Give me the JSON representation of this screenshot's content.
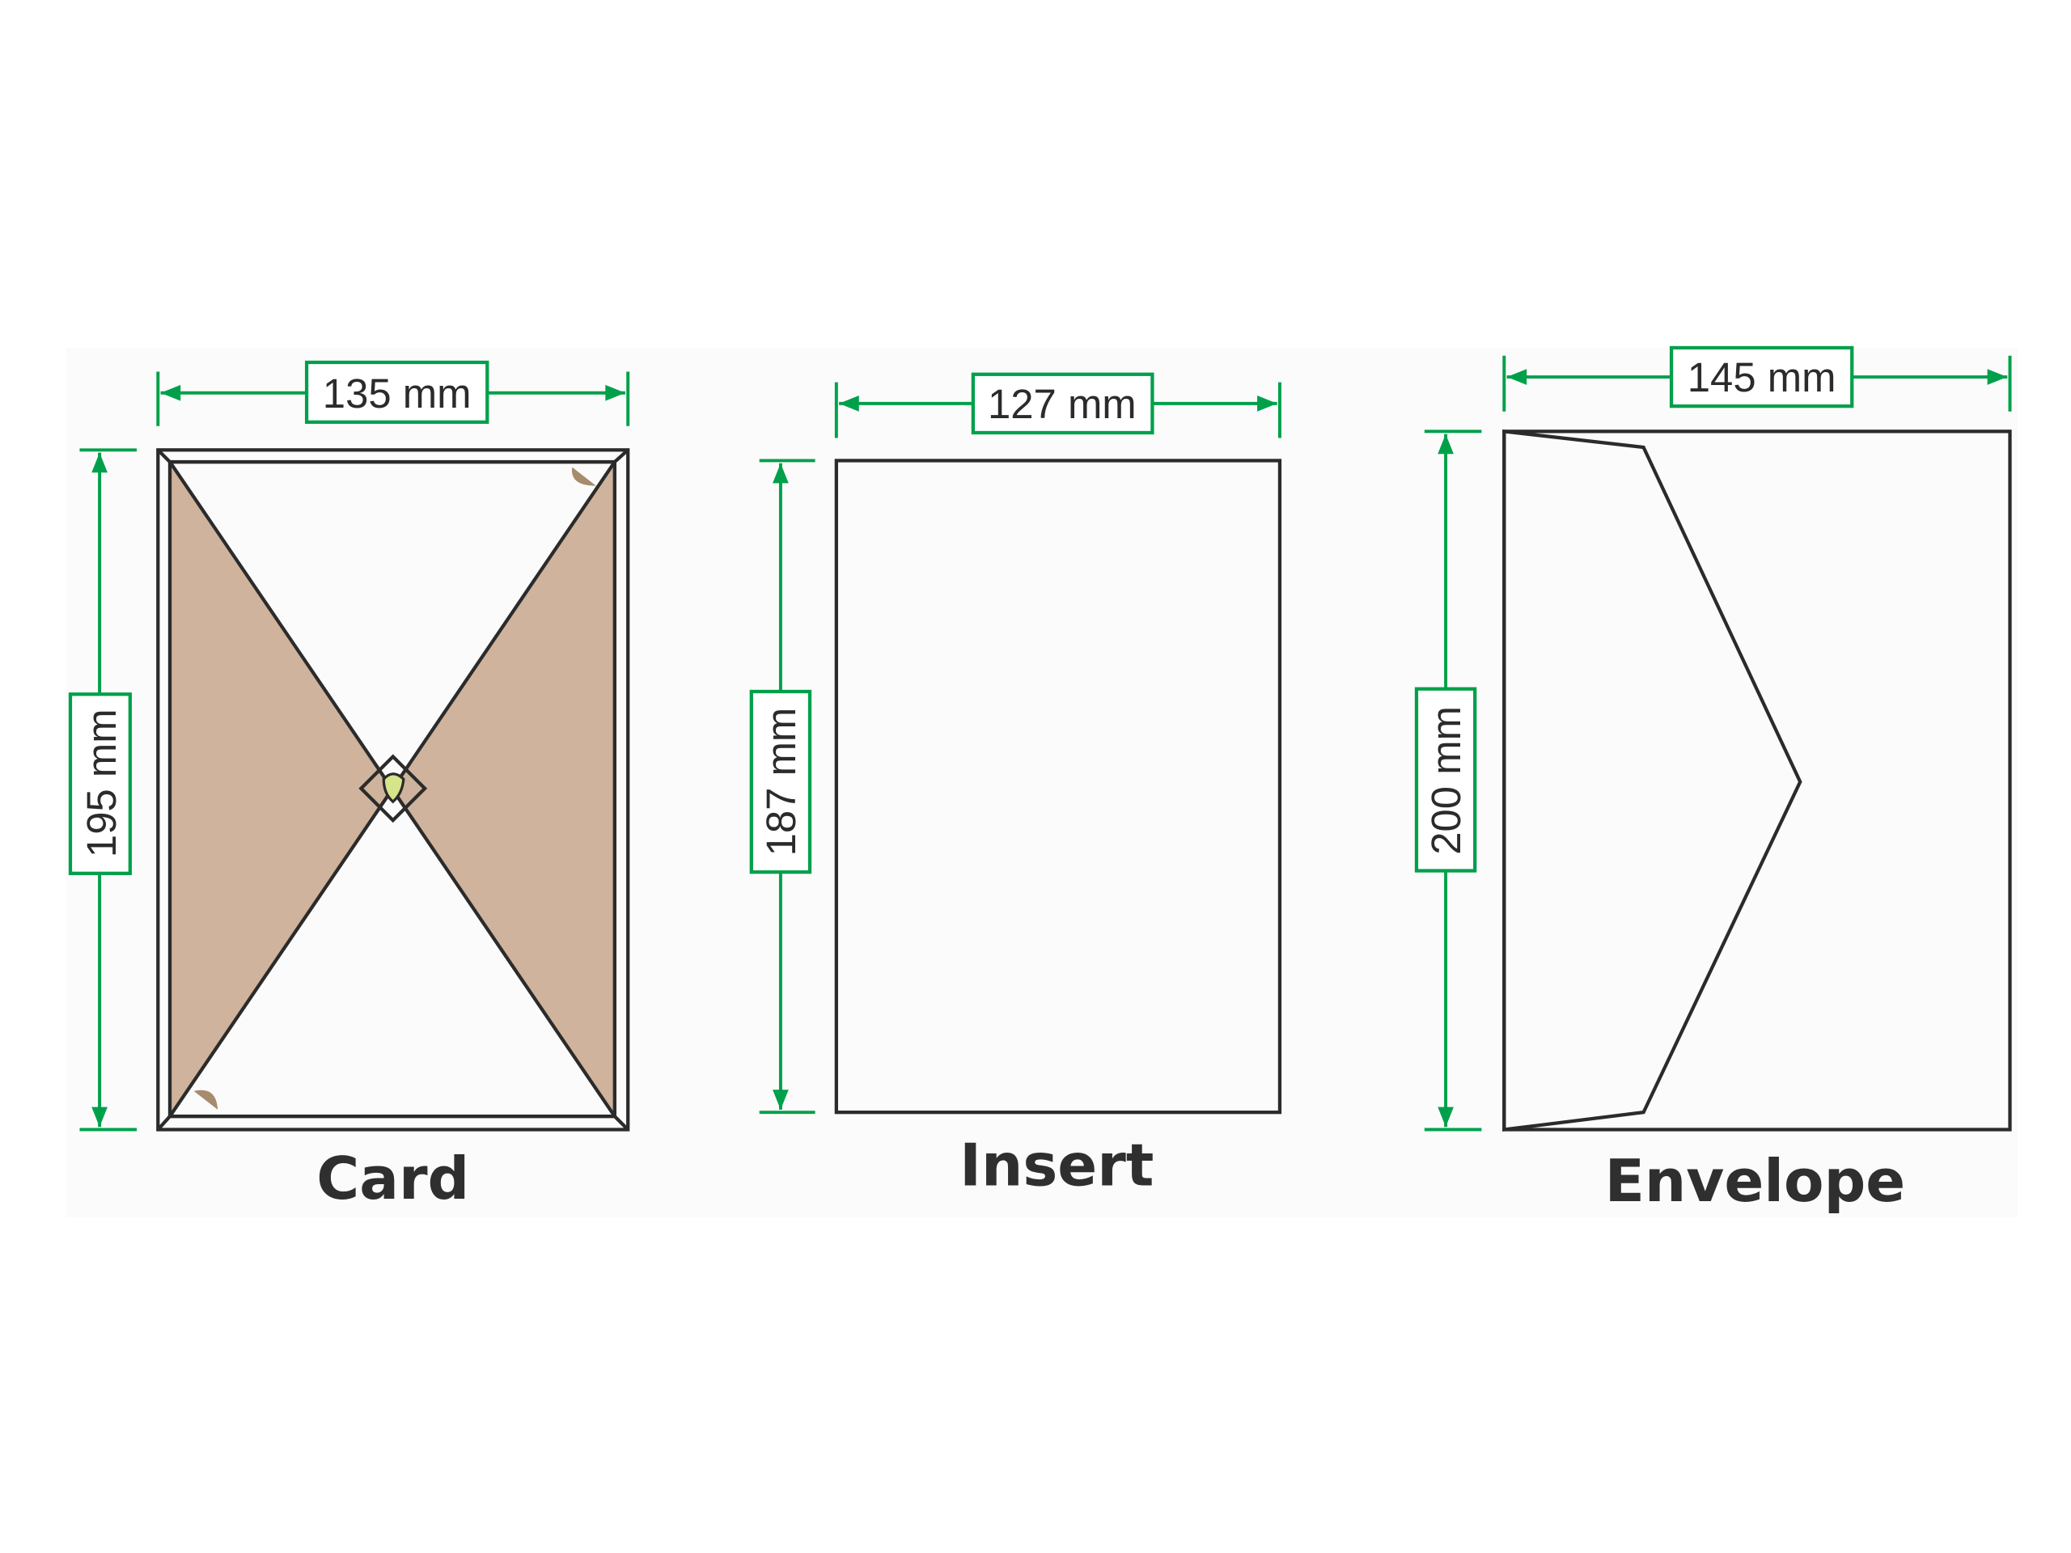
{
  "colors": {
    "dimension": "#00a04b",
    "card_flap": "#cfb39c",
    "envelope_flap": "#fdf9d7",
    "seal": "#d6e48a",
    "tab": "#a68b6d",
    "outline": "#2b2b2b"
  },
  "items": [
    {
      "title": "Card",
      "width_label": "135 mm",
      "height_label": "195 mm"
    },
    {
      "title": "Insert",
      "width_label": "127 mm",
      "height_label": "187 mm"
    },
    {
      "title": "Envelope",
      "width_label": "145 mm",
      "height_label": "200 mm"
    }
  ]
}
